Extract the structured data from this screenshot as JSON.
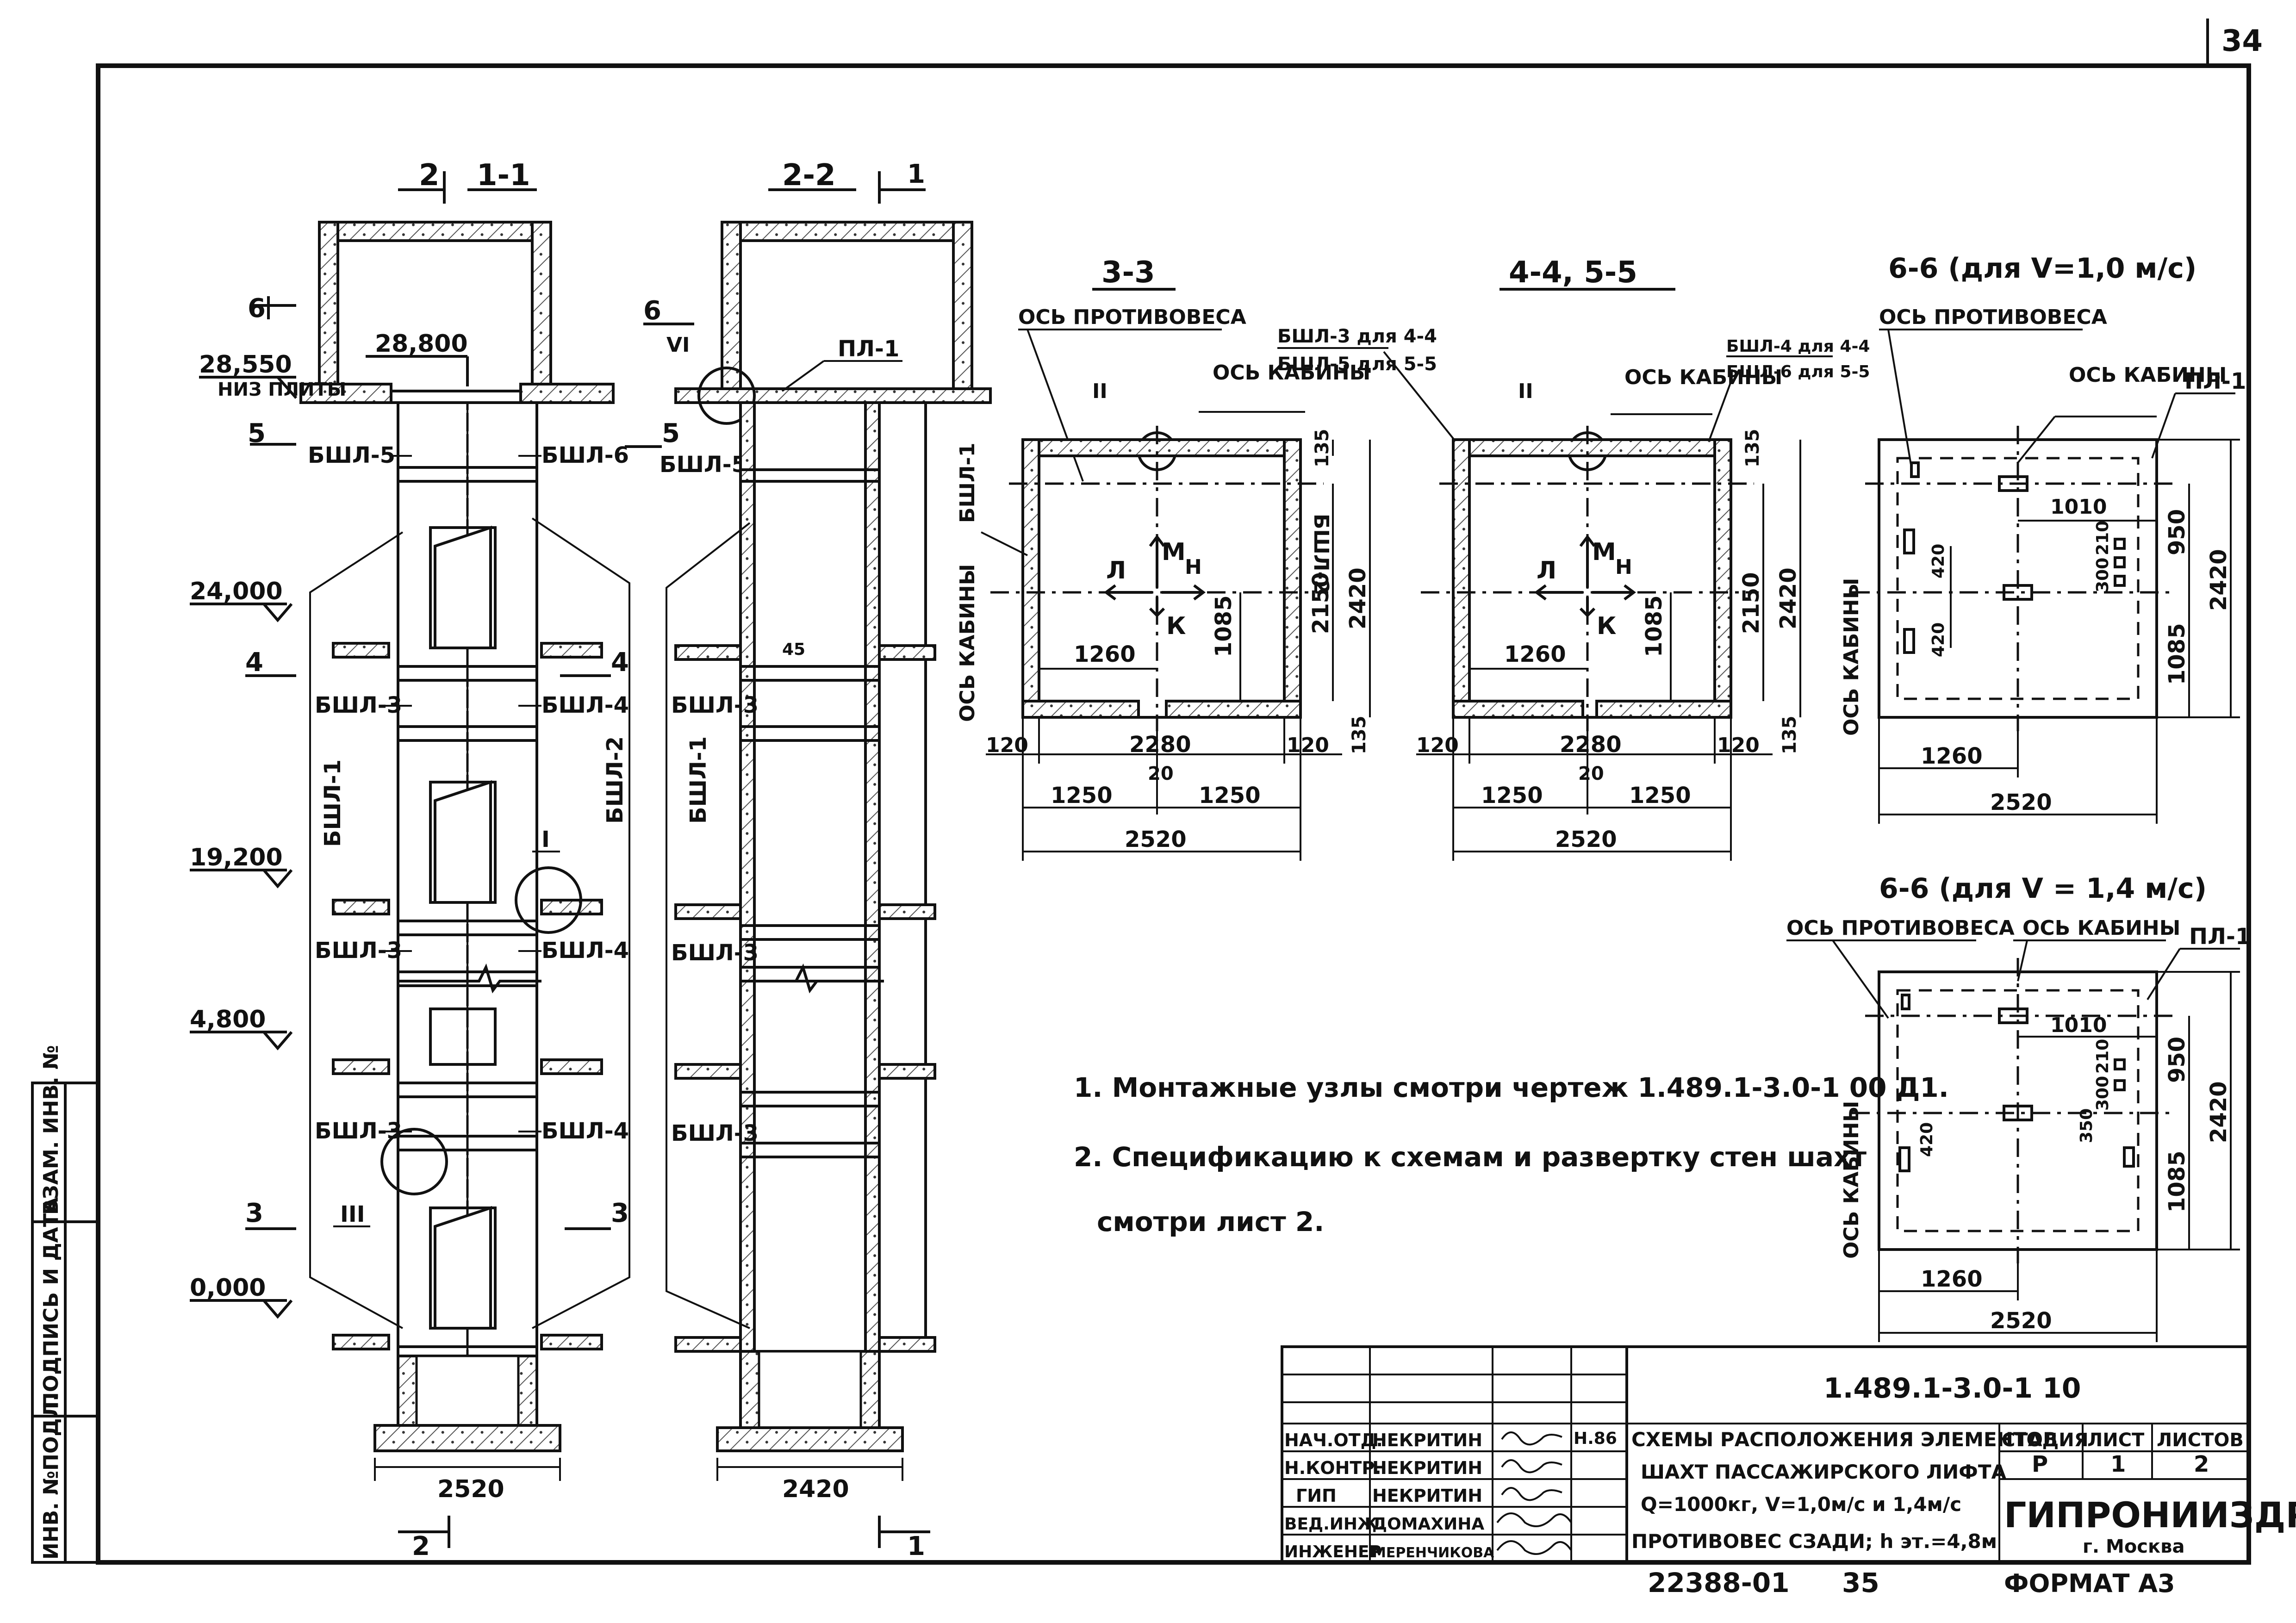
{
  "sheet_corner_number": "34",
  "left_margin_labels": [
    "ИНВ. №ПОДЛ.",
    "ПОДПИСЬ И ДАТА",
    "ВЗАМ. ИНВ. №"
  ],
  "section_1_1": {
    "title": "1-1",
    "cut_mark_top": "2",
    "cut_mark_bottom": "2",
    "levels": {
      "top_slab": "28,800",
      "bottom_slab": "28,550",
      "bottom_slab_note": "НИЗ ПЛИТЫ",
      "l24": "24,000",
      "l19": "19,200",
      "l4": "4,800",
      "l0": "0,000"
    },
    "section_marks": {
      "six": "6",
      "five": "5",
      "four": "4",
      "three": "3"
    },
    "blocks": {
      "bshl5": "БШЛ-5",
      "bshl6": "БШЛ-6",
      "bshl3": "БШЛ-3",
      "bshl4": "БШЛ-4",
      "bshl1": "БШЛ-1",
      "bshl2": "БШЛ-2"
    },
    "nodes": {
      "node1": "I",
      "node3": "III"
    },
    "width": "2520"
  },
  "section_2_2": {
    "title": "2-2",
    "cut_mark_top": "1",
    "cut_mark_bottom": "1",
    "section_marks": {
      "six": "6",
      "five": "5"
    },
    "node": "VI",
    "slab": "ПЛ-1",
    "blocks": {
      "bshl5": "БШЛ-5",
      "bshl3": "БШЛ-3",
      "bshl1": "БШЛ-1"
    },
    "width": "2420",
    "small_dim": "45"
  },
  "plan_3_3": {
    "title": "3-3",
    "counterweight_axis": "ОСЬ ПРОТИВОВЕСА",
    "cabin_axis": "ОСЬ КАБИНЫ",
    "node": "II",
    "blocks": {
      "left": "БШЛ-1",
      "right": "БШЛ-2"
    },
    "axis_label": "ОСЬ КАБИНЫ",
    "letters": {
      "l": "Л",
      "m": "М",
      "n": "Н",
      "k": "К"
    },
    "dims": {
      "d1260": "1260",
      "d1085": "1085",
      "d2150": "2150",
      "d2420": "2420",
      "d135a": "135",
      "d135b": "135",
      "d120a": "120",
      "d120b": "120",
      "d2280": "2280",
      "d20": "20",
      "d1250a": "1250",
      "d1250b": "1250",
      "d2520": "2520"
    }
  },
  "plan_4_4": {
    "title": "4-4, 5-5",
    "block_note_left_1": "БШЛ-3 для 4-4",
    "block_note_left_2": "БШЛ-5 для 5-5",
    "block_note_right_1": "БШЛ-4 для 4-4",
    "block_note_right_2": "БШЛ-6 для 5-5",
    "axis_label": "ОСЬ КАБИНЫ",
    "node": "II",
    "letters": {
      "l": "Л",
      "m": "М",
      "n": "Н",
      "k": "К"
    },
    "dims": {
      "d1260": "1260",
      "d1085": "1085",
      "d2150": "2150",
      "d2420": "2420",
      "d135a": "135",
      "d135b": "135",
      "d120a": "120",
      "d120b": "120",
      "d2280": "2280",
      "d20": "20",
      "d1250a": "1250",
      "d1250b": "1250",
      "d2520": "2520"
    }
  },
  "plan_6_6a": {
    "title": "6-6 (для V=1,0 м/с)",
    "counterweight_axis": "ОСЬ ПРОТИВОВЕСА",
    "cabin_axis": "ОСЬ КАБИНЫ",
    "slab": "ПЛ-1",
    "side_axis": "ОСЬ КАБИНЫ",
    "dims": {
      "d1010": "1010",
      "d300": "300",
      "d210": "210",
      "d420a": "420",
      "d420b": "420",
      "d950": "950",
      "d2420": "2420",
      "d1085": "1085",
      "d1260": "1260",
      "d2520": "2520"
    }
  },
  "plan_6_6b": {
    "title": "6-6 (для V = 1,4 м/с)",
    "counterweight_axis": "ОСЬ ПРОТИВОВЕСА",
    "cabin_axis": "ОСЬ КАБИНЫ",
    "slab": "ПЛ-1",
    "side_axis": "ОСЬ КАБИНЫ",
    "dims": {
      "d1010": "1010",
      "d350": "350",
      "d300": "300",
      "d210": "210",
      "d420": "420",
      "d950": "950",
      "d2420": "2420",
      "d1085": "1085",
      "d1260": "1260",
      "d2520": "2520"
    }
  },
  "notes": {
    "n1": "1. Монтажные узлы смотри чертеж 1.489.1-3.0-1 00 Д1.",
    "n2": "2. Спецификацию к схемам и развертку стен шахт",
    "n2b": "смотри лист 2."
  },
  "title_block": {
    "code": "1.489.1-3.0-1 10",
    "roles": [
      {
        "role": "НАЧ.ОТД.",
        "name": "НЕКРИТИН"
      },
      {
        "role": "Н.КОНТР.",
        "name": "НЕКРИТИН"
      },
      {
        "role": "ГИП",
        "name": "НЕКРИТИН"
      },
      {
        "role": "ВЕД.ИНЖ.",
        "name": "ДОМАХИНА"
      },
      {
        "role": "ИНЖЕНЕР",
        "name": "МЕРЕНЧИКОВА"
      }
    ],
    "date": "Н.86",
    "desc_lines": [
      "СХЕМЫ РАСПОЛОЖЕНИЯ ЭЛЕМЕНТОВ",
      "ШАХТ ПАССАЖИРСКОГО ЛИФТА",
      "Q=1000кг, V=1,0м/с и 1,4м/с",
      "ПРОТИВОВЕС СЗАДИ; h эт.=4,8м"
    ],
    "stage_label": "СТАДИЯ",
    "sheet_label": "ЛИСТ",
    "sheets_label": "ЛИСТОВ",
    "stage": "Р",
    "sheet": "1",
    "sheets": "2",
    "org": "ГИПРОНИИЗДРАВ",
    "city": "г. Москва"
  },
  "bottom": {
    "inv": "22388-01",
    "page": "35",
    "format": "ФОРМАТ А3"
  }
}
